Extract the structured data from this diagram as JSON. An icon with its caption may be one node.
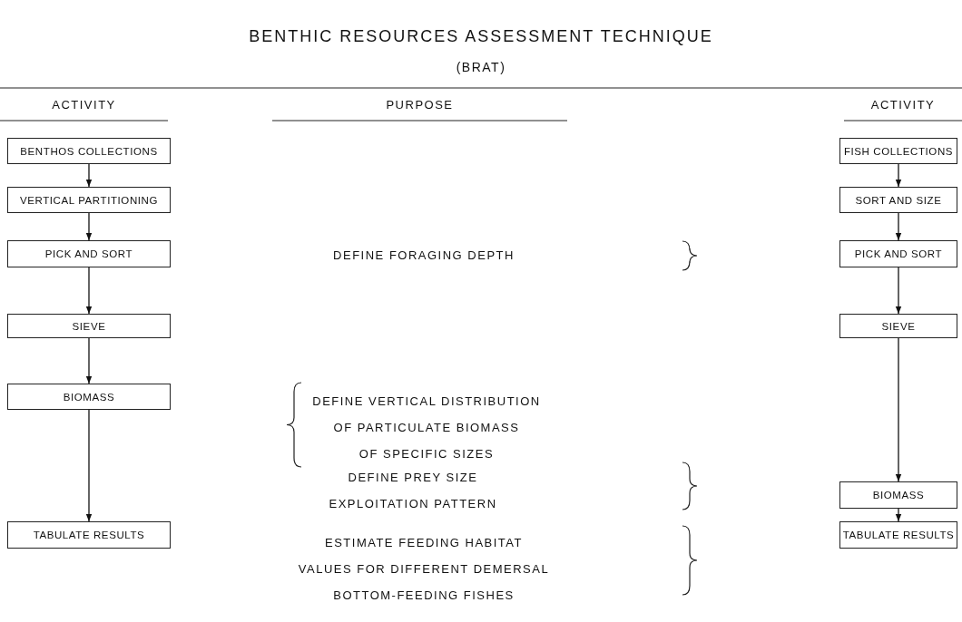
{
  "diagram": {
    "title": "BENTHIC RESOURCES ASSESSMENT TECHNIQUE",
    "nodes": [
      {
        "text": [
          "BENTHOS COLLECTIONS"
        ]
      },
      {
        "text": [
          "VERTICAL PARTITIONING"
        ]
      },
      {
        "text": [
          "PICK AND SORT"
        ]
      },
      {
        "text": [
          "SIEVE"
        ]
      },
      {
        "text": [
          "BIOMASS"
        ]
      },
      {
        "text": [
          "TABULATE RESULTS"
        ]
      },
      {
        "text": [
          "FISH COLLECTIONS"
        ]
      },
      {
        "text": [
          "SORT AND SIZE"
        ]
      },
      {
        "text": [
          "PICK AND SORT"
        ]
      },
      {
        "text": [
          "SIEVE"
        ]
      },
      {
        "text": [
          "BIOMASS"
        ]
      },
      {
        "text": [
          "TABULATE RESULTS"
        ]
      }
    ],
    "edges": [
      {
        "from": 0,
        "to": 1,
        "arrow": "to"
      },
      {
        "from": 1,
        "to": 2,
        "arrow": "to"
      },
      {
        "from": 2,
        "to": 3,
        "arrow": "to"
      },
      {
        "from": 3,
        "to": 4,
        "arrow": "to"
      },
      {
        "from": 4,
        "to": 5,
        "arrow": "to"
      },
      {
        "from": 6,
        "to": 7,
        "arrow": "to"
      },
      {
        "from": 7,
        "to": 8,
        "arrow": "to"
      },
      {
        "from": 8,
        "to": 9,
        "arrow": "to"
      },
      {
        "from": 9,
        "to": 10,
        "arrow": "to"
      },
      {
        "from": 10,
        "to": 11,
        "arrow": "to"
      }
    ],
    "labels": [
      "(BRAT)",
      "ACTIVITY",
      "PURPOSE",
      "ACTIVITY",
      "DEFINE FORAGING DEPTH",
      "DEFINE VERTICAL DISTRIBUTION OF PARTICULATE BIOMASS OF SPECIFIC SIZES",
      "DEFINE PREY SIZE EXPLOITATION PATTERN",
      "ESTIMATE FEEDING HABITAT VALUES FOR DIFFERENT DEMERSAL BOTTOM-FEEDING FISHES"
    ]
  }
}
